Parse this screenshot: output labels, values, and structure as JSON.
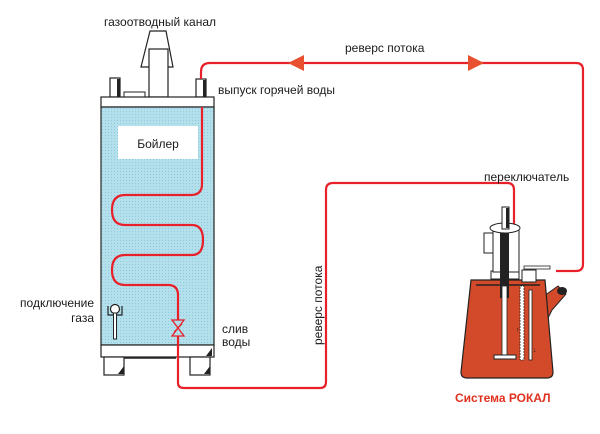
{
  "diagram": {
    "labels": {
      "flue": "газоотводный канал",
      "hot_water_outlet": "выпуск горячей воды",
      "boiler": "Бойлер",
      "reverse_flow_top": "реверс потока",
      "reverse_flow_side": "реверс потока",
      "switch": "переключатель",
      "gas_connection_line1": "подключение",
      "gas_connection_line2": "газа",
      "drain_line1": "слив",
      "drain_line2": "воды",
      "system_title": "Система РОКАЛ"
    },
    "colors": {
      "pipe": "#e8202a",
      "boiler_fill": "#a6d9e8",
      "tank_fill": "#d24a2a",
      "title": "#e0301e",
      "outline": "#222222"
    }
  }
}
